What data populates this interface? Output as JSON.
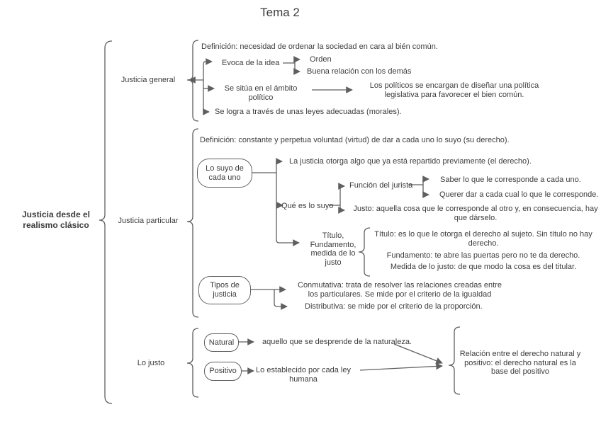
{
  "title": "Tema 2",
  "root_label": "Justicia desde el realismo clásico",
  "sections": {
    "general": {
      "label": "Justicia general",
      "definition": "Definición: necesidad de ordenar la sociedad en cara al bién común.",
      "evoca_label": "Evoca de la idea",
      "evoca_items": {
        "orden": "Orden",
        "buena": "Buena relación con los demás"
      },
      "ambito_label": "Se sitúa en el ámbito político",
      "ambito_result": "Los políticos se encargan de diseñar una política legislativa para favorecer el bien común.",
      "leyes": "Se logra a través de unas leyes adecuadas (morales)."
    },
    "particular": {
      "label": "Justicia particular",
      "definition": "Definición: constante y perpetua voluntad (virtud) de dar a cada uno lo suyo (su derecho).",
      "lo_suyo_box": "Lo suyo de cada uno",
      "reparto": "La justicia otorga algo que ya está repartido previamente (el derecho).",
      "que_es_label": "Qué es lo suyo",
      "funcion_label": "Función del jurista",
      "funcion_items": {
        "saber": "Saber lo que le corresponde a cada uno.",
        "querer": "Querer dar a cada cual lo que le corresponde."
      },
      "justo": "Justo: aquella cosa que le corresponde al otro y, en consecuencia, hay que dárselo.",
      "titulo_label": "Título, Fundamento, medida de lo justo",
      "titulo_items": {
        "titulo": "Título: es lo que le otorga el derecho al sujeto. Sin título no hay derecho.",
        "fundamento": "Fundamento: te abre las puertas pero no te da derecho.",
        "medida": "Medida de lo justo: de que modo la cosa es del titular."
      },
      "tipos_box": "Tipos de justicia",
      "tipos_items": {
        "conmutativa": "Conmutativa: trata de resolver las relaciones creadas entre los particulares. Se mide por el criterio de la igualdad",
        "distributiva": "Distributiva: se mide por el criterio de la proporción."
      }
    },
    "lo_justo": {
      "label": "Lo justo",
      "natural_box": "Natural",
      "natural_desc": "aquello que se desprende de la naturaleza.",
      "positivo_box": "Positivo",
      "positivo_desc": "Lo establecido por cada ley humana",
      "relacion": "Relación entre el derecho natural y positivo: el derecho natural es la base del positivo"
    }
  },
  "colors": {
    "text": "#3c3c3c",
    "line": "#5f5f5f"
  }
}
